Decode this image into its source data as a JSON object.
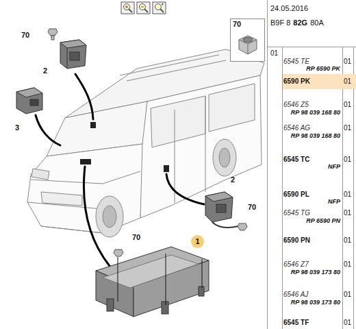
{
  "diagram": {
    "nodes": [
      {
        "text": [
          "70"
        ]
      },
      {
        "text": [
          "1"
        ]
      }
    ],
    "labels": [
      "24.05.2016",
      "B9F 8",
      "82G",
      "80A",
      "01",
      "6545 TE",
      "01",
      "RP 6590 PK",
      "6590 PK",
      "01",
      "6546 Z5",
      "01",
      "RP 98 039 168 80",
      "6546 AG",
      "01",
      "RP 98 039 168 80",
      "6545 TC",
      "01",
      "NFP",
      "6590 PL",
      "01",
      "NFP",
      "6545 TG",
      "01",
      "RP 6590 PN",
      "6590 PN",
      "01",
      "6546 Z7",
      "01",
      "RP 98 039 173 80",
      "6546 AJ",
      "01",
      "RP 98 039 173 80",
      "6545 TF",
      "01",
      "70",
      "2",
      "3",
      "2",
      "70",
      "70"
    ]
  }
}
